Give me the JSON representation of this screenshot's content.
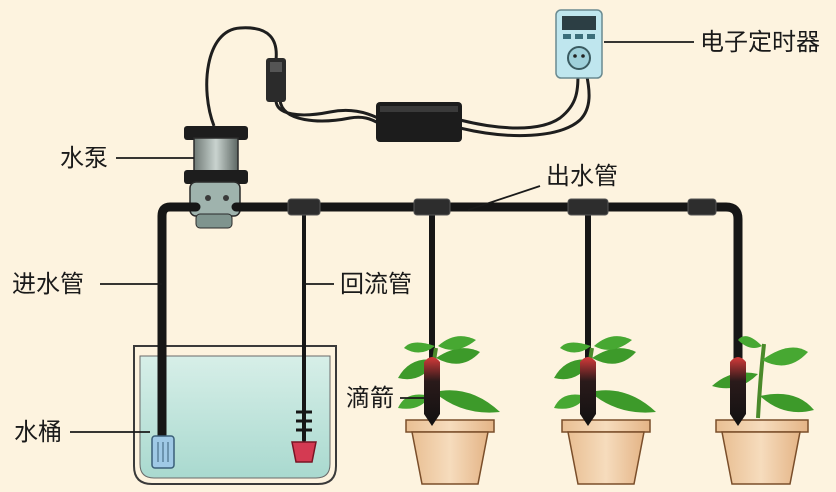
{
  "labels": {
    "timer": "电子定时器",
    "pump": "水泵",
    "outlet_pipe": "出水管",
    "inlet_pipe": "进水管",
    "return_pipe": "回流管",
    "dripper": "滴箭",
    "bucket": "水桶"
  },
  "colors": {
    "background": "#fdf3df",
    "pipe": "#161616",
    "water": "#bfe4dc",
    "pot": "#f2cfa8",
    "leaf": "#3d9a2a",
    "dripper_red": "#c8242b",
    "timer_body": "#bfe6ee"
  }
}
